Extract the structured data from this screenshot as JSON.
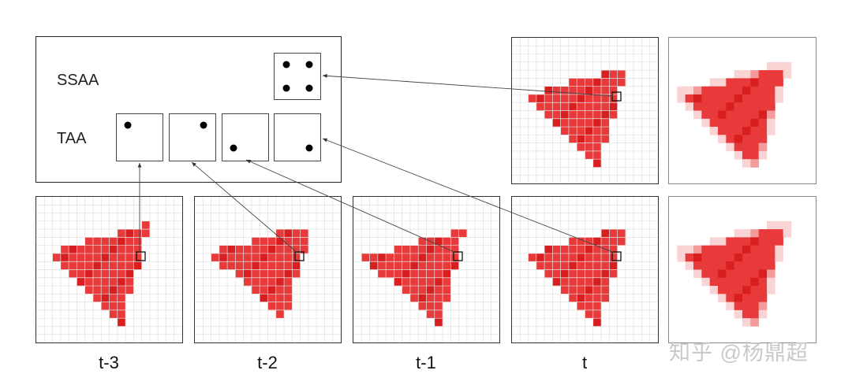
{
  "legend": {
    "ssaa_label": "SSAA",
    "taa_label": "TAA"
  },
  "frames": [
    {
      "label": "t-3"
    },
    {
      "label": "t-2"
    },
    {
      "label": "t-1"
    },
    {
      "label": "t"
    }
  ],
  "watermark": "知乎 @杨鼎超",
  "colors": {
    "triangle": "#e83a3a",
    "triangle_dark": "#d81e1e",
    "triangle_edge": "#f49a9a",
    "triangle_light": "#fad4d4",
    "grid": "#e1e1e1",
    "frame_border": "#333333"
  }
}
